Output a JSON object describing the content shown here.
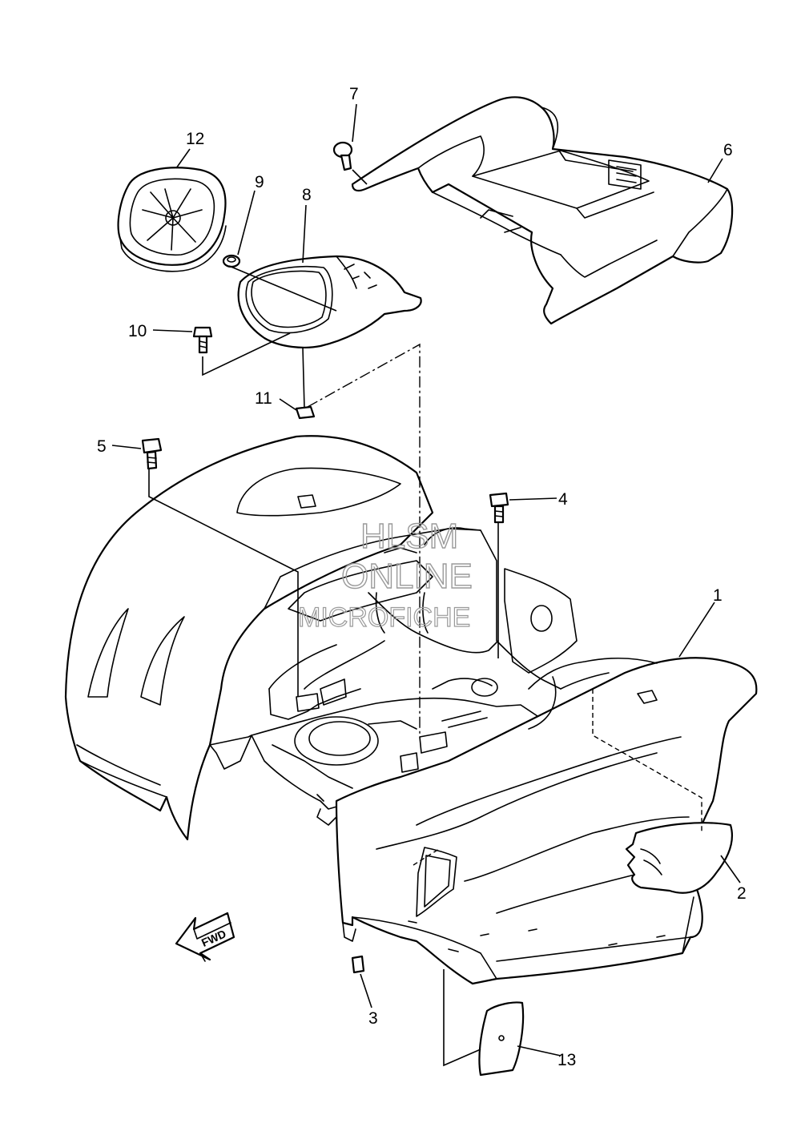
{
  "callouts": [
    {
      "id": "1",
      "label": "1"
    },
    {
      "id": "2",
      "label": "2"
    },
    {
      "id": "3",
      "label": "3"
    },
    {
      "id": "4",
      "label": "4"
    },
    {
      "id": "5",
      "label": "5"
    },
    {
      "id": "6",
      "label": "6"
    },
    {
      "id": "7",
      "label": "7"
    },
    {
      "id": "8",
      "label": "8"
    },
    {
      "id": "9",
      "label": "9"
    },
    {
      "id": "10",
      "label": "10"
    },
    {
      "id": "11",
      "label": "11"
    },
    {
      "id": "12",
      "label": "12"
    },
    {
      "id": "13",
      "label": "13"
    }
  ],
  "direction_arrow": {
    "label": "FWD"
  },
  "watermark": {
    "line1": "HLSM",
    "line2": "ONLINE",
    "line3": "MICROFICHE"
  }
}
